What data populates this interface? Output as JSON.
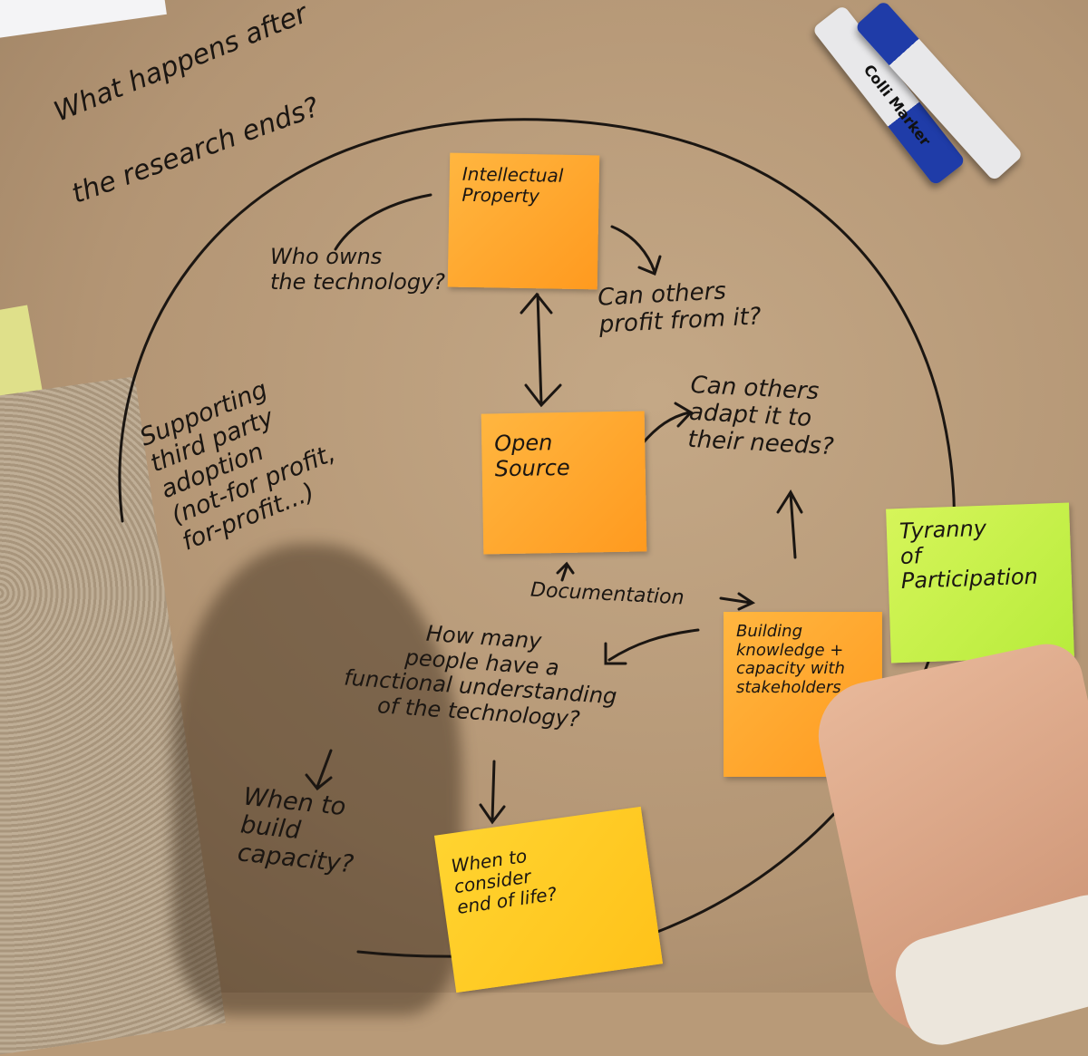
{
  "title": {
    "line1": "What happens after",
    "line2": "the research ends?"
  },
  "notes": {
    "ip": "Intellectual\nProperty",
    "open_source": "Open\nSource",
    "building": "Building\nknowledge +\ncapacity with\nstakeholders",
    "tyranny": "Tyranny\nof\nParticipation",
    "end_of_life": "When to\nconsider\nend of life?"
  },
  "labels": {
    "who_owns": "Who owns\nthe technology?",
    "profit": "Can others\nprofit from it?",
    "adapt": "Can others\nadapt it to\ntheir needs?",
    "supporting": "Supporting\nthird party\nadoption\n(not-for profit,\nfor-profit...)",
    "documentation": "Documentation",
    "how_many": "How many\npeople have a\nfunctional understanding\nof the technology?",
    "when_build": "When to\nbuild\ncapacity?"
  },
  "marker": {
    "label": "Colli Marker"
  },
  "colors": {
    "paper": "#b89a78",
    "orange_note": "#ffa52a",
    "yellow_note": "#ffcb22",
    "green_note": "#c6f04a",
    "marker_cap": "#1f3ca8"
  }
}
